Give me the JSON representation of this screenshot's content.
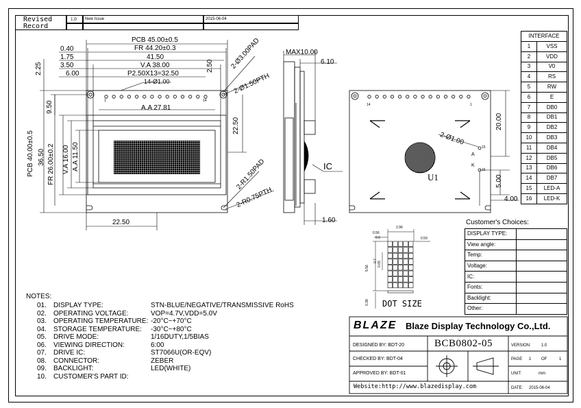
{
  "revision": {
    "header": [
      "Revised",
      "Record"
    ],
    "version": "1.0",
    "description": "New Issue",
    "date": "2015-06-04"
  },
  "dimensions": {
    "pcb_width": "PCB 45.00±0.5",
    "fr_width": "FR 44.20±0.3",
    "d_41_50": "41.50",
    "va_width": "V.A 38.00",
    "pin_pitch": "P2.50X13=32.50",
    "pin_hole": "14-Ø1.00",
    "aa_width": "A.A 27.81",
    "d_0_40": "0.40",
    "d_1_75": "1.75",
    "d_3_50": "3.50",
    "d_6_00": "6.00",
    "d_2_25": "2.25",
    "d_9_50": "9.50",
    "pcb_height": "PCB 40.00±0.5",
    "d_36_50": "36.50",
    "fr_height": "FR 26.00±0.2",
    "va_height": "V.A 16.00",
    "aa_height": "A.A 11.50",
    "d_22_50_v": "22.50",
    "d_22_50_h": "22.50",
    "d_2_50": "2.50",
    "pad_3": "2-Ø3.00PAD",
    "pth_1_5": "2-Ø1.50PTH",
    "pad_r1_5": "2-R1.50PAD",
    "pth_r0_75": "2-R0.75PTH",
    "pin_1": "1",
    "pin_14": "14",
    "max10": "MAX10.00",
    "d_6_10": "6.10",
    "d_1_60": "1.60",
    "ic_label": "IC",
    "d_20_00": "20.00",
    "d_5_00": "5.00",
    "d_4_00": "4.00",
    "led_hole": "2-Ø1.00",
    "led_15": "15",
    "led_16": "16",
    "led_a": "A",
    "led_k": "K",
    "u1": "U1",
    "back_14": "14",
    "back_1": "1"
  },
  "interface": {
    "title": "INTERFACE",
    "pins": [
      {
        "no": "1",
        "name": "VSS"
      },
      {
        "no": "2",
        "name": "VDD"
      },
      {
        "no": "3",
        "name": "V0"
      },
      {
        "no": "4",
        "name": "RS"
      },
      {
        "no": "5",
        "name": "RW"
      },
      {
        "no": "6",
        "name": "E"
      },
      {
        "no": "7",
        "name": "DB0"
      },
      {
        "no": "8",
        "name": "DB1"
      },
      {
        "no": "9",
        "name": "DB2"
      },
      {
        "no": "10",
        "name": "DB3"
      },
      {
        "no": "11",
        "name": "DB4"
      },
      {
        "no": "12",
        "name": "DB5"
      },
      {
        "no": "13",
        "name": "DB6"
      },
      {
        "no": "14",
        "name": "DB7"
      },
      {
        "no": "15",
        "name": "LED-A"
      },
      {
        "no": "16",
        "name": "LED-K"
      }
    ]
  },
  "choices": {
    "title": "Customer's Choices:",
    "rows": [
      "DISPLAY TYPE:",
      "View angle:",
      "Temp:",
      "Voltage:",
      "IC:",
      "Fonts:",
      "Backlight:",
      "Other:"
    ]
  },
  "dot": {
    "title": "DOT SIZE",
    "d_2_96": "2.96",
    "d_0_56": "0.56",
    "d_0_6": "0.6",
    "d_0_59": "0.59",
    "d_5_56": "5.56",
    "d_0_7": "0.7",
    "d_0_65": "0.65",
    "d_0_38": "0.38"
  },
  "notes": {
    "title": "NOTES:",
    "items": [
      {
        "no": "01.",
        "label": "DISPLAY TYPE:",
        "value": "STN-BLUE/NEGATIVE/TRANSMISSIVE RoHS"
      },
      {
        "no": "02.",
        "label": "OPERATING VOLTAGE:",
        "value": "VOP=4.7V,VDD=5.0V"
      },
      {
        "no": "03.",
        "label": "OPERATING TEMPERATURE:",
        "value": "-20°C~+70°C"
      },
      {
        "no": "04.",
        "label": "STORAGE TEMPERATURE:",
        "value": "-30°C~+80°C"
      },
      {
        "no": "05.",
        "label": "DRIVE MODE:",
        "value": "1/16DUTY,1/5BIAS"
      },
      {
        "no": "06.",
        "label": "VIEWING DIRECTION:",
        "value": "6:00"
      },
      {
        "no": "07.",
        "label": "DRIVE IC:",
        "value": "ST7066U(OR-EQV)"
      },
      {
        "no": "08.",
        "label": "CONNECTOR:",
        "value": "ZEBER"
      },
      {
        "no": "09.",
        "label": "BACKLIGHT:",
        "value": "LED(WHITE)"
      },
      {
        "no": "10.",
        "label": "CUSTOMER'S PART ID:",
        "value": ""
      }
    ]
  },
  "titleblock": {
    "logo": "BLAZE",
    "company": "Blaze Display Technology Co.,Ltd.",
    "designed": "DESIGNED BY: BDT-20",
    "checked": "CHECKED BY: BDT-04",
    "approved": "APPROVED BY: BDT-01",
    "part": "BCB0802-05",
    "version_label": "VERSION:",
    "version": "1.0",
    "page_label": "PAGE",
    "page": "1",
    "of_label": "OF",
    "pages": "1",
    "unit_label": "UNIT:",
    "unit": "mm",
    "date_label": "DATE:",
    "date": "2015-06-04",
    "website": "Website:http://www.blazedisplay.com"
  },
  "colors": {
    "ink": "#000000",
    "paper": "#ffffff"
  }
}
